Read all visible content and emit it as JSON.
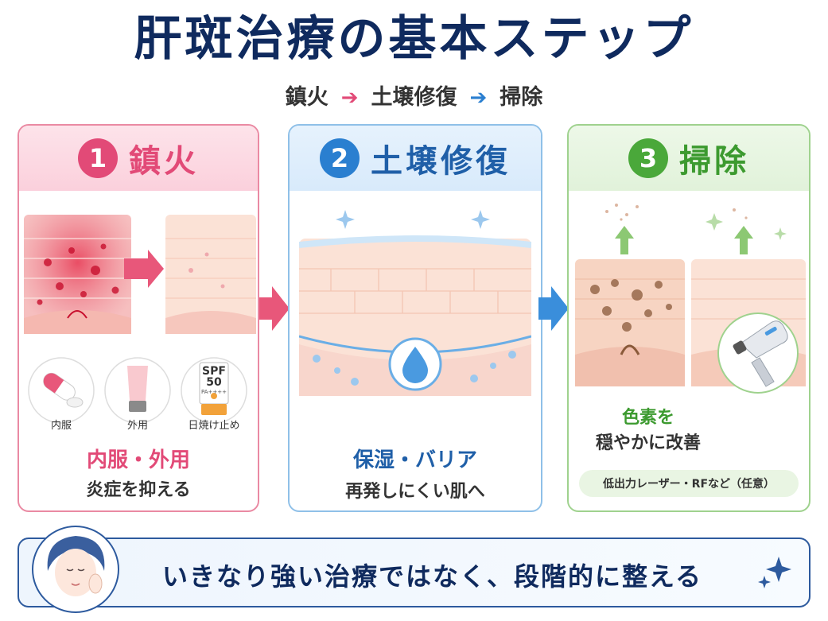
{
  "title": "肝斑治療の基本ステップ",
  "flow": {
    "step1": "鎮火",
    "step2": "土壌修復",
    "step3": "掃除",
    "arrow": "➔"
  },
  "panels": [
    {
      "number": "1",
      "title": "鎮火",
      "caption_main": "内服・外用",
      "caption_sub": "炎症を抑える",
      "icons": [
        "内服",
        "外用",
        "日焼け止め"
      ],
      "sunscreen_text": "SPF 50",
      "sunscreen_pa": "PA++++"
    },
    {
      "number": "2",
      "title": "土壌修復",
      "caption_main": "保湿・バリア",
      "caption_sub": "再発しにくい肌へ"
    },
    {
      "number": "3",
      "title": "掃除",
      "caption_main_line1": "色素を",
      "caption_main_line2": "穏やかに改善",
      "pill": "低出力レーザー・RFなど（任意）"
    }
  ],
  "bottom": {
    "message": "いきなり強い治療ではなく、段階的に整える"
  },
  "colors": {
    "navy": "#0f2a5e",
    "pink": "#e24a77",
    "blue": "#2a7fd0",
    "green": "#4aa83a"
  }
}
